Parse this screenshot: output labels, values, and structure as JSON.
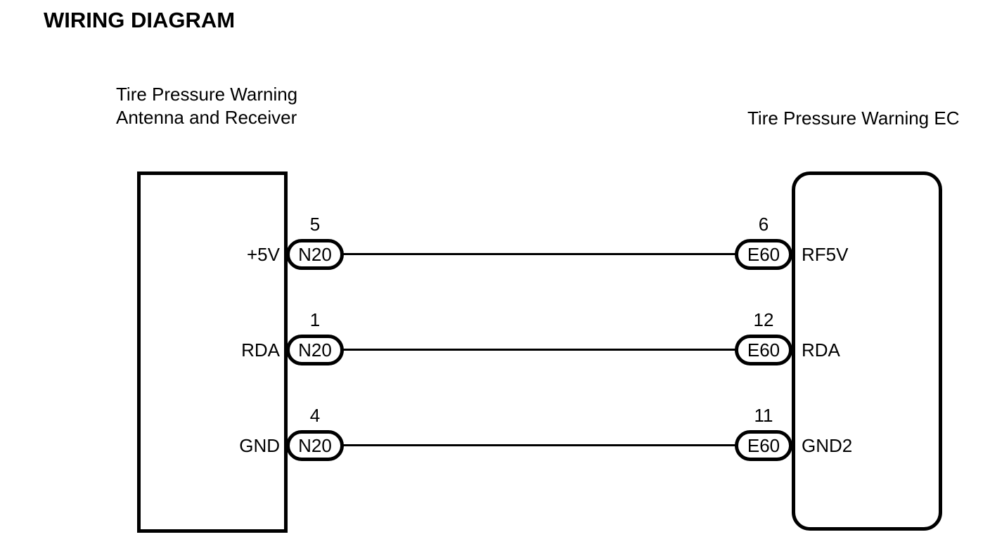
{
  "title": "WIRING DIAGRAM",
  "components": {
    "left": {
      "label_line1": "Tire Pressure Warning",
      "label_line2": "Antenna and Receiver",
      "connector_code": "N20"
    },
    "right": {
      "label": "Tire Pressure Warning EC",
      "connector_code": "E60"
    }
  },
  "wires": [
    {
      "left_signal": "+5V",
      "left_pin": "5",
      "left_connector": "N20",
      "right_pin": "6",
      "right_connector": "E60",
      "right_signal": "RF5V"
    },
    {
      "left_signal": "RDA",
      "left_pin": "1",
      "left_connector": "N20",
      "right_pin": "12",
      "right_connector": "E60",
      "right_signal": "RDA"
    },
    {
      "left_signal": "GND",
      "left_pin": "4",
      "left_connector": "N20",
      "right_pin": "11",
      "right_connector": "E60",
      "right_signal": "GND2"
    }
  ],
  "colors": {
    "line": "#000000",
    "background": "#ffffff"
  }
}
